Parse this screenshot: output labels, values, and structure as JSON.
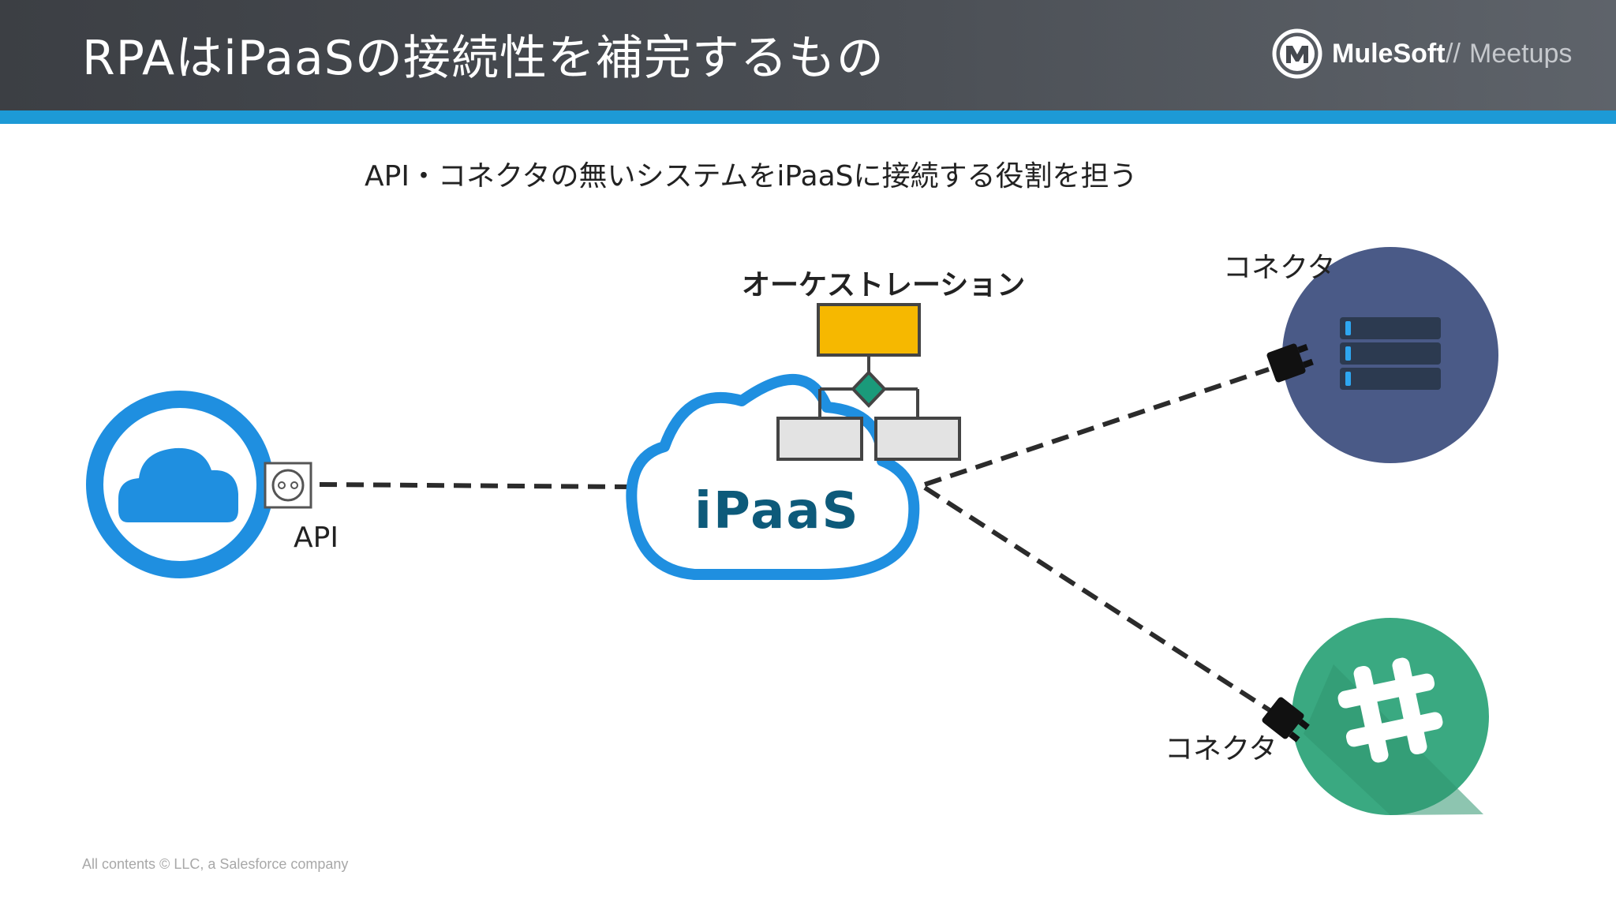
{
  "header": {
    "title": "RPAはiPaaSの接続性を補完するもの",
    "logo": {
      "brand": "MuleSoft",
      "separator": "//",
      "event": "Meetups",
      "icon": "mulesoft-logo-icon"
    }
  },
  "main": {
    "subtitle": "API・コネクタの無いシステムをiPaaSに接続する役割を担う",
    "orchestration_label": "オーケストレーション",
    "hub_label": "iPaaS",
    "api_label": "API",
    "connector_label_top": "コネクタ",
    "connector_label_bottom": "コネクタ",
    "icons": {
      "cloud_app": "cloud-icon",
      "api_socket": "socket-icon",
      "flowchart": "flowchart-icon",
      "server": "server-icon",
      "slack": "slack-icon",
      "plug": "plug-icon"
    }
  },
  "footer": {
    "copyright": "All contents © LLC, a Salesforce company"
  },
  "colors": {
    "header_bg": "#3c3f44",
    "accent_bar": "#1d9ad6",
    "cloud_blue": "#1f8fe0",
    "ipaas_text": "#0d5a7a",
    "orch_yellow": "#f6b800",
    "diamond_teal": "#1a9a7a",
    "server_circle": "#4a5a87",
    "slack_green": "#3aa981"
  }
}
